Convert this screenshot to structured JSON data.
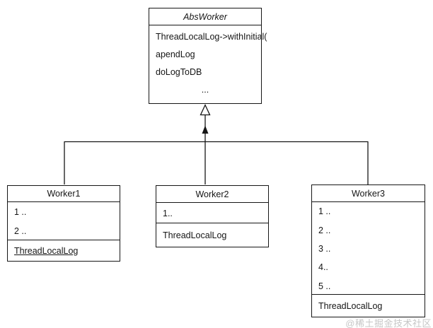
{
  "diagram": {
    "type": "uml-class-diagram",
    "parent_class": {
      "title": "AbsWorker",
      "members": [
        "ThreadLocalLog->withInitial(",
        "apendLog",
        "doLogToDB",
        "..."
      ]
    },
    "subclasses": [
      {
        "title": "Worker1",
        "attributes": [
          "1 ..",
          "2 .."
        ],
        "operation": "ThreadLocalLog",
        "operation_underlined": true
      },
      {
        "title": "Worker2",
        "attributes": [
          "1.."
        ],
        "operation": "ThreadLocalLog",
        "operation_underlined": false
      },
      {
        "title": "Worker3",
        "attributes": [
          "1 ..",
          "2 ..",
          "3 ..",
          "4..",
          "5 .."
        ],
        "operation": "ThreadLocalLog",
        "operation_underlined": false
      }
    ],
    "relationship": "generalization",
    "colors": {
      "line": "#161616",
      "background": "#ffffff",
      "watermark": "#c7c7c7"
    },
    "watermark": "@稀土掘金技术社区"
  }
}
